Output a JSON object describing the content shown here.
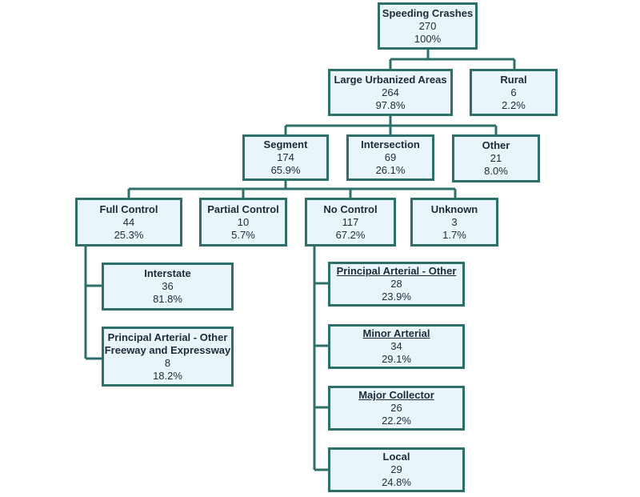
{
  "nodes": {
    "speeding_crashes": {
      "title": "Speeding Crashes",
      "count": "270",
      "pct": "100%"
    },
    "large_urbanized": {
      "title": "Large Urbanized Areas",
      "count": "264",
      "pct": "97.8%"
    },
    "rural": {
      "title": "Rural",
      "count": "6",
      "pct": "2.2%"
    },
    "segment": {
      "title": "Segment",
      "count": "174",
      "pct": "65.9%"
    },
    "intersection": {
      "title": "Intersection",
      "count": "69",
      "pct": "26.1%"
    },
    "other": {
      "title": "Other",
      "count": "21",
      "pct": "8.0%"
    },
    "full_control": {
      "title": "Full Control",
      "count": "44",
      "pct": "25.3%"
    },
    "partial_control": {
      "title": "Partial Control",
      "count": "10",
      "pct": "5.7%"
    },
    "no_control": {
      "title": "No Control",
      "count": "117",
      "pct": "67.2%"
    },
    "unknown": {
      "title": "Unknown",
      "count": "3",
      "pct": "1.7%"
    },
    "interstate": {
      "title": "Interstate",
      "count": "36",
      "pct": "81.8%"
    },
    "pa_freeway": {
      "title": "Principal Arterial - Other\nFreeway and Expressway",
      "count": "8",
      "pct": "18.2%"
    },
    "pa_other": {
      "title": "Principal Arterial - Other",
      "count": "28",
      "pct": "23.9%"
    },
    "minor_arterial": {
      "title": "Minor Arterial",
      "count": "34",
      "pct": "29.1%"
    },
    "major_collector": {
      "title": "Major Collector",
      "count": "26",
      "pct": "22.2%"
    },
    "local": {
      "title": "Local",
      "count": "29",
      "pct": "24.8%"
    }
  },
  "colors": {
    "box_fill": "#e9f5fb",
    "border": "#2f6f6a",
    "text": "#1c2b35"
  }
}
